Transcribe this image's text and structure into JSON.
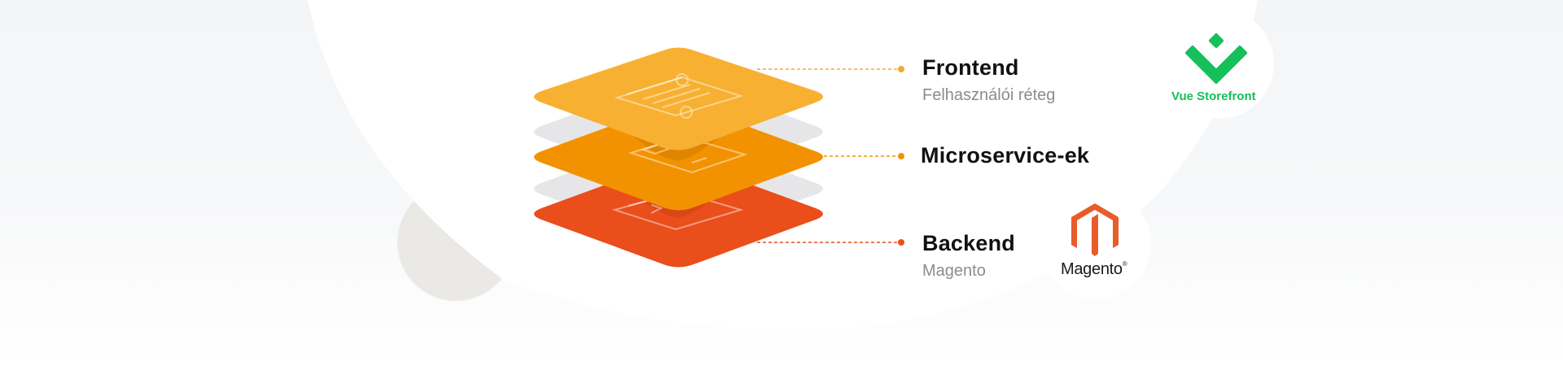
{
  "layers": {
    "frontend": {
      "title": "Frontend",
      "subtitle": "Felhasználói réteg",
      "color": "#f7b031",
      "brand": "Vue Storefront",
      "brand_color": "#15c05a"
    },
    "microservices": {
      "title": "Microservice-ek",
      "color": "#f39200"
    },
    "backend": {
      "title": "Backend",
      "subtitle": "Magento",
      "color": "#ea4e1b",
      "brand": "Magento",
      "brand_color": "#e85c2a"
    }
  },
  "icons": {
    "frontend_layer": "browser-window-icon",
    "microservices_layer": "laptop-blocks-icon",
    "backend_layer": "code-window-icon",
    "vue_storefront_logo": "vue-storefront-logo",
    "magento_logo": "magento-logo-icon"
  }
}
